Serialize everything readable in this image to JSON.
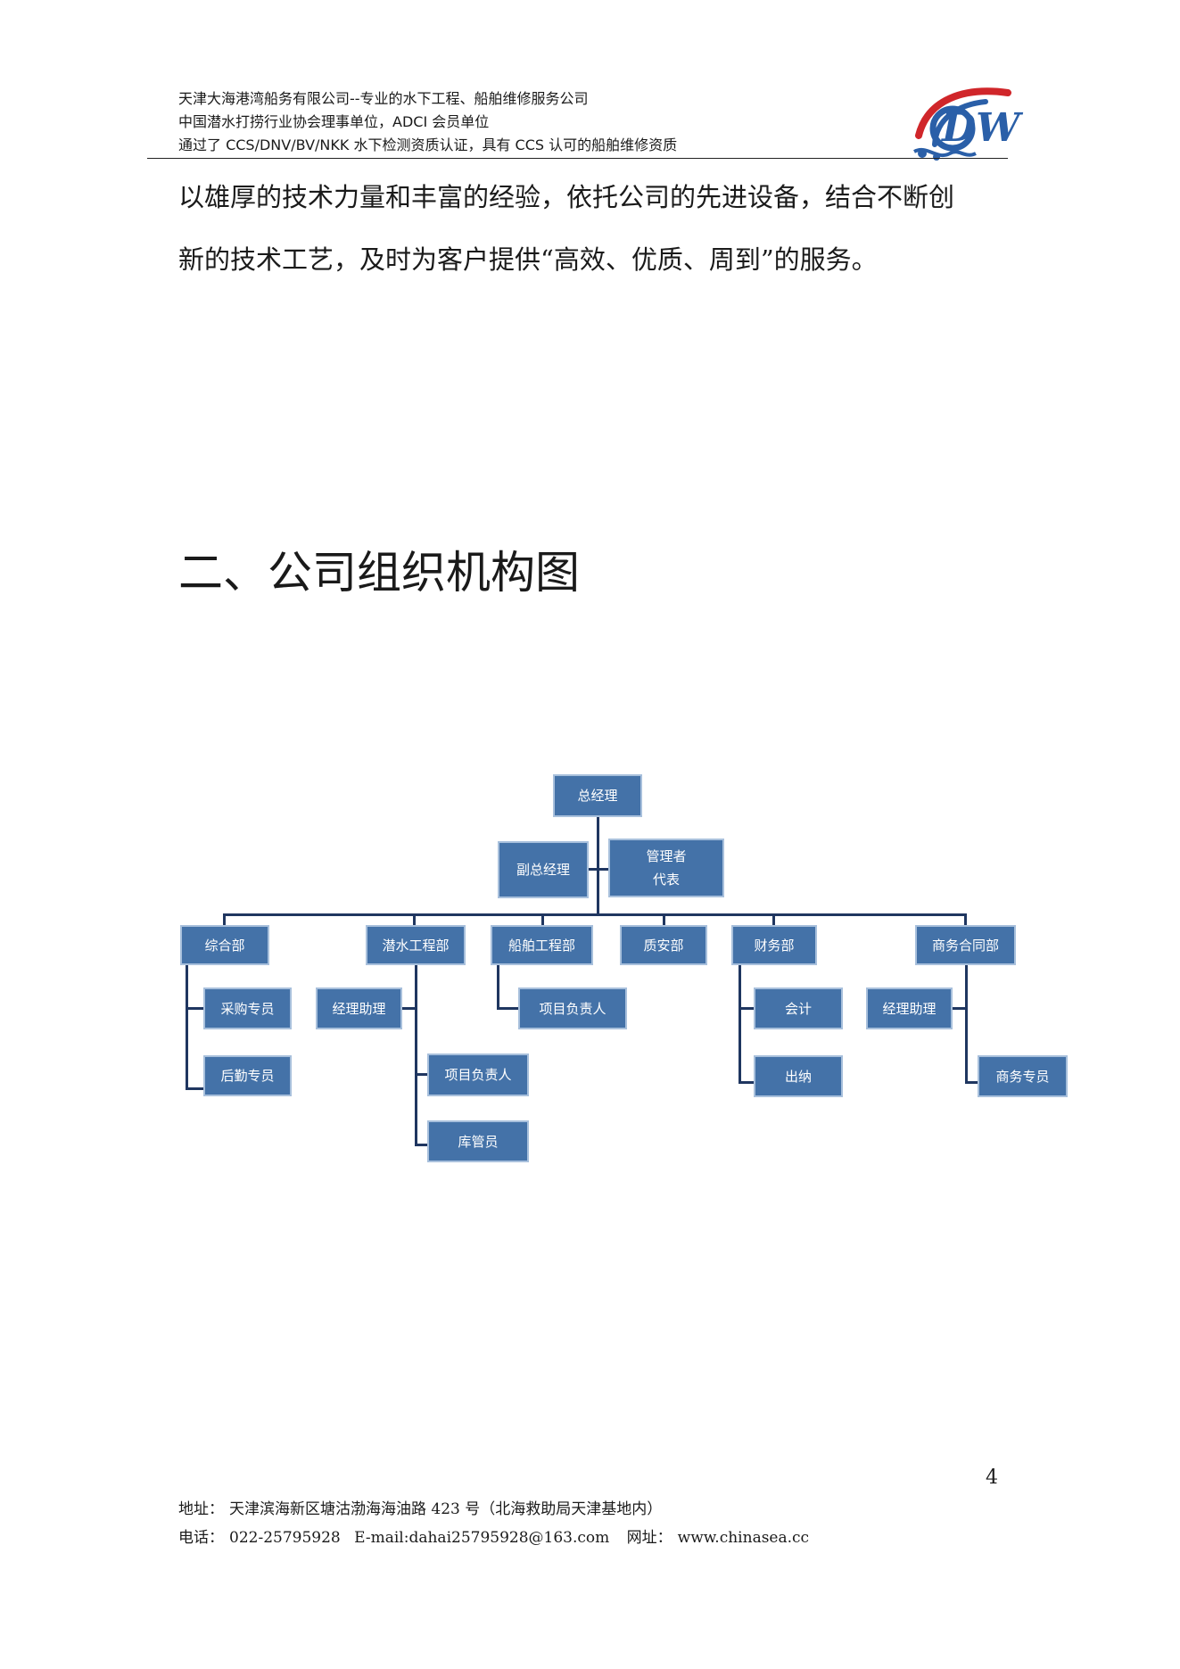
{
  "header": {
    "lines": [
      "天津大海港湾船务有限公司--专业的水下工程、船舶维修服务公司",
      "中国潜水打捞行业协会理事单位，ADCI 会员单位",
      "通过了 CCS/DNV/BV/NKK 水下检测资质认证，具有 CCS 认可的船舶维修资质"
    ],
    "logo_text": "DW",
    "colors": {
      "logo_red": "#d0262a",
      "logo_blue": "#2a5fa8"
    }
  },
  "body": {
    "paragraph_lines": [
      "以雄厚的技术力量和丰富的经验，依托公司的先进设备，结合不断创",
      "新的技术工艺，及时为客户提供“高效、优质、周到”的服务。"
    ],
    "section_title": "二、公司组织机构图"
  },
  "org_chart": {
    "colors": {
      "box_fill": "#4472a8",
      "box_border": "#a8c0dc",
      "connector": "#1f3660"
    },
    "root": "总经理",
    "deputy": "副总经理",
    "mgmt_rep": [
      "管理者",
      "代表"
    ],
    "departments": [
      {
        "name": "综合部",
        "children": [
          "采购专员",
          "后勤专员"
        ]
      },
      {
        "name": "潜水工程部",
        "children": [
          "经理助理",
          "项目负责人",
          "库管员"
        ]
      },
      {
        "name": "船舶工程部",
        "children": [
          "项目负责人"
        ]
      },
      {
        "name": "质安部",
        "children": []
      },
      {
        "name": "财务部",
        "children": [
          "会计",
          "出纳"
        ]
      },
      {
        "name": "商务合同部",
        "children": [
          "经理助理",
          "商务专员"
        ]
      }
    ]
  },
  "footer": {
    "page_number": "4",
    "address_label": "地址：",
    "address": "天津滨海新区塘沽渤海海油路 423 号（北海救助局天津基地内）",
    "phone_label": "电话：",
    "phone": "022-25795928",
    "email_label": "E-mail:",
    "email": "dahai25795928@163.com",
    "website_label": "网址：",
    "website": "www.chinasea.cc"
  }
}
